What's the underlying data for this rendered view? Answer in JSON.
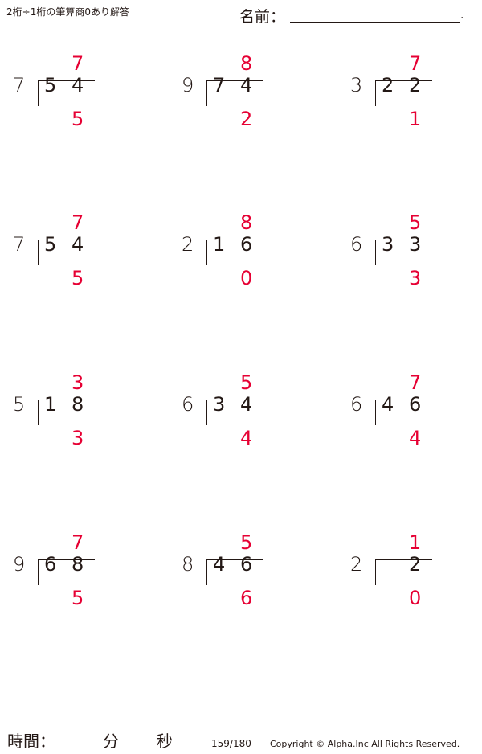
{
  "header": {
    "title": "2桁÷1桁の筆算商0あり解答",
    "name_label": "名前：",
    "name_end": "."
  },
  "colors": {
    "text": "#231815",
    "answer": "#e60033"
  },
  "problems": [
    {
      "divisor": "7",
      "dividend": [
        "5",
        "4"
      ],
      "quotient": "7",
      "remainder": "5"
    },
    {
      "divisor": "9",
      "dividend": [
        "7",
        "4"
      ],
      "quotient": "8",
      "remainder": "2"
    },
    {
      "divisor": "3",
      "dividend": [
        "2",
        "2"
      ],
      "quotient": "7",
      "remainder": "1"
    },
    {
      "divisor": "7",
      "dividend": [
        "5",
        "4"
      ],
      "quotient": "7",
      "remainder": "5"
    },
    {
      "divisor": "2",
      "dividend": [
        "1",
        "6"
      ],
      "quotient": "8",
      "remainder": "0"
    },
    {
      "divisor": "6",
      "dividend": [
        "3",
        "3"
      ],
      "quotient": "5",
      "remainder": "3"
    },
    {
      "divisor": "5",
      "dividend": [
        "1",
        "8"
      ],
      "quotient": "3",
      "remainder": "3"
    },
    {
      "divisor": "6",
      "dividend": [
        "3",
        "4"
      ],
      "quotient": "5",
      "remainder": "4"
    },
    {
      "divisor": "6",
      "dividend": [
        "4",
        "6"
      ],
      "quotient": "7",
      "remainder": "4"
    },
    {
      "divisor": "9",
      "dividend": [
        "6",
        "8"
      ],
      "quotient": "7",
      "remainder": "5"
    },
    {
      "divisor": "8",
      "dividend": [
        "4",
        "6"
      ],
      "quotient": "5",
      "remainder": "6"
    },
    {
      "divisor": "2",
      "dividend": [
        "",
        "2"
      ],
      "quotient": "1",
      "remainder": "0"
    }
  ],
  "footer": {
    "time_label": "時間：",
    "minutes_label": "分",
    "seconds_label": "秒",
    "page": "159/180",
    "copyright": "Copyright © Alpha.Inc All Rights Reserved."
  }
}
